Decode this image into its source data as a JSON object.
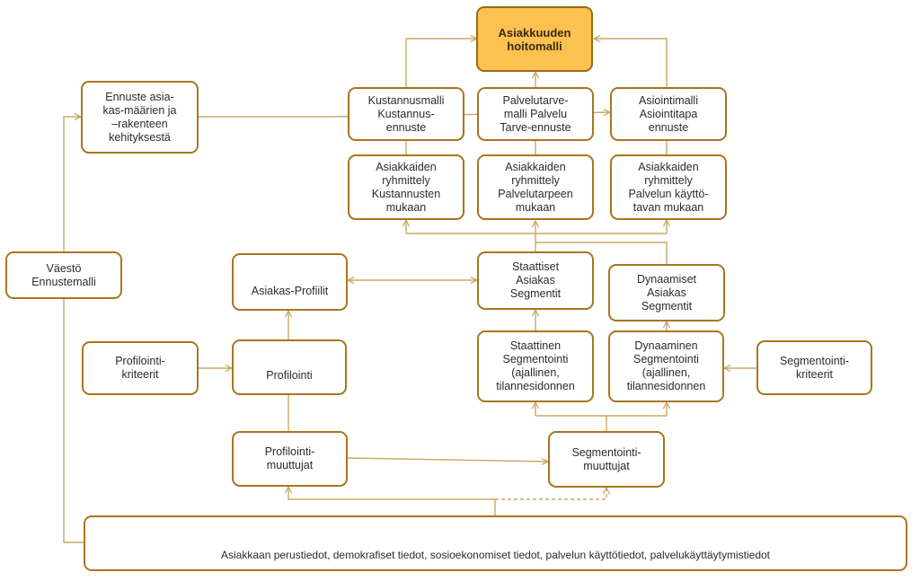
{
  "colors": {
    "border": "#a8761e",
    "line": "#c9a866",
    "highlight_fill": "#fcc150"
  },
  "nodes": {
    "asiakkuuden_hoitomalli": "Asiakkuuden\nhoitomalli",
    "ennuste": "Ennuste asia-\nkas-määrien ja\n–rakenteen\nkehityksestä",
    "kustannusmalli": "Kustannusmalli\nKustannus-\nennuste",
    "palvelutarvemalli": "Palvelutarve-\nmalli Palvelu\nTarve-ennuste",
    "asiointimalli": "Asiointimalli\nAsiointitapa\nennuste",
    "ryhmittely_kustannus": "Asiakkaiden\nryhmittely\nKustannusten\nmukaan",
    "ryhmittely_palvelutarve": "Asiakkaiden\nryhmittely\nPalvelutarpeen\nmukaan",
    "ryhmittely_kayttotapa": "Asiakkaiden\nryhmittely\nPalvelun käyttö-\ntavan mukaan",
    "vaesto": "Väestö\nEnnustemalli",
    "asiakasprofiilit": "Asiakas-Profiilit",
    "staattiset_segmentit": "Staattiset\nAsiakas\nSegmentit",
    "dynaamiset_segmentit": "Dynaamiset\nAsiakas\nSegmentit",
    "profilointikriteerit": "Profilointi-\nkriteerit",
    "profilointi": "Profilointi",
    "staattinen_segmentointi": "Staattinen\nSegmentointi\n(ajallinen,\ntilannesidonnen",
    "dynaaminen_segmentointi": "Dynaaminen\nSegmentointi\n(ajallinen,\ntilannesidonnen",
    "segmentointikriteerit": "Segmentointi-\nkriteerit",
    "profilointimuuttujat": "Profilointi-\nmuuttujat",
    "segmentointimuuttujat": "Segmentointi-\nmuuttujat",
    "perustiedot": "Asiakkaan perustiedot, demokrafiset tiedot, sosioekonomiset tiedot, palvelun käyttötiedot, palvelukäyttäytymistiedot"
  }
}
